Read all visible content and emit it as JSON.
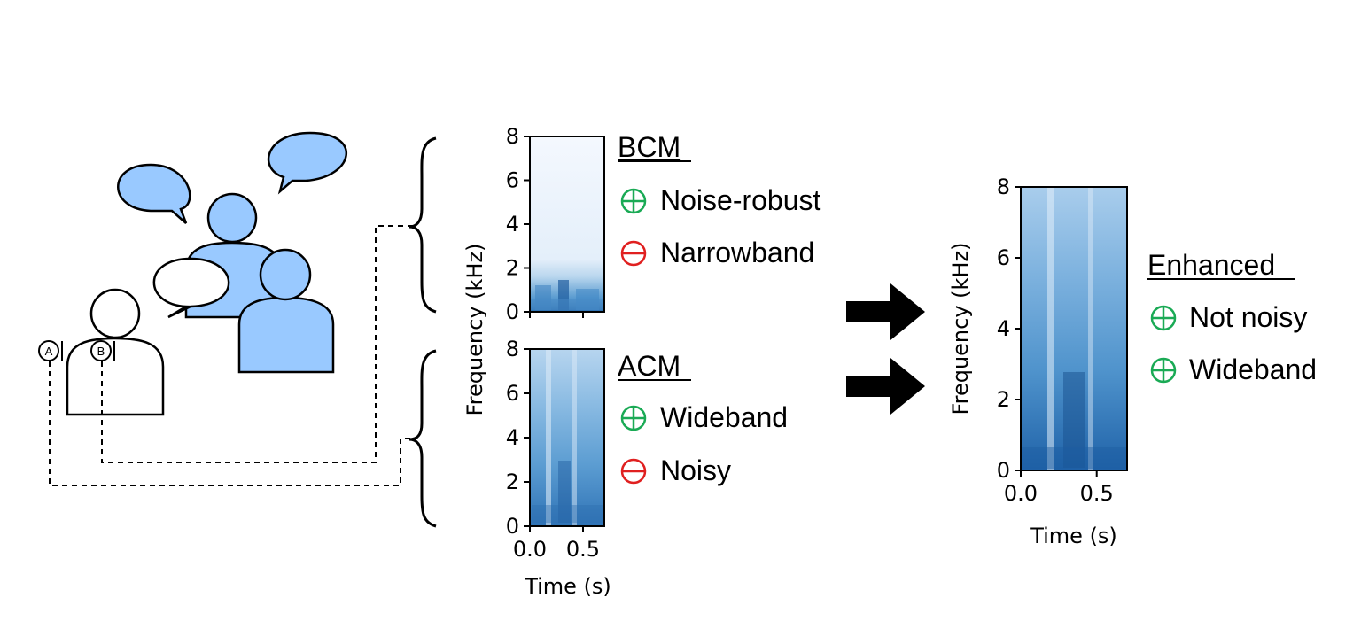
{
  "scene": {
    "colors": {
      "person_fill": "#99c9ff",
      "outline": "#000000",
      "plus": "#1aaa55",
      "minus": "#e02020"
    },
    "mics": [
      {
        "label": "A"
      },
      {
        "label": "B"
      }
    ]
  },
  "panels": {
    "bcm": {
      "title": "BCM",
      "pros": [
        "Noise-robust"
      ],
      "cons": [
        "Narrowband"
      ]
    },
    "acm": {
      "title": "ACM",
      "pros": [
        "Wideband"
      ],
      "cons": [
        "Noisy"
      ]
    },
    "enhanced": {
      "title": "Enhanced",
      "pros": [
        "Not noisy",
        "Wideband"
      ],
      "cons": []
    }
  },
  "chart_data": [
    {
      "type": "heatmap",
      "name": "BCM spectrogram",
      "xlabel": "",
      "ylabel": "",
      "xlim": [
        0,
        0.7
      ],
      "ylim": [
        0,
        8
      ],
      "yticks": [
        "0",
        "2",
        "4",
        "6",
        "8"
      ],
      "xticks": [],
      "colormap": "Blues",
      "energy_max_khz": 2
    },
    {
      "type": "heatmap",
      "name": "ACM spectrogram",
      "xlabel": "Time (s)",
      "ylabel": "Frequency (kHz)",
      "xlim": [
        0,
        0.7
      ],
      "ylim": [
        0,
        8
      ],
      "yticks": [
        "0",
        "2",
        "4",
        "6",
        "8"
      ],
      "xticks": [
        "0.0",
        "0.5"
      ],
      "colormap": "Blues",
      "energy_max_khz": 8
    },
    {
      "type": "heatmap",
      "name": "Enhanced spectrogram",
      "xlabel": "Time (s)",
      "ylabel": "Frequency (kHz)",
      "xlim": [
        0,
        0.7
      ],
      "ylim": [
        0,
        8
      ],
      "yticks": [
        "0",
        "2",
        "4",
        "6",
        "8"
      ],
      "xticks": [
        "0.0",
        "0.5"
      ],
      "colormap": "Blues",
      "energy_max_khz": 8
    }
  ]
}
